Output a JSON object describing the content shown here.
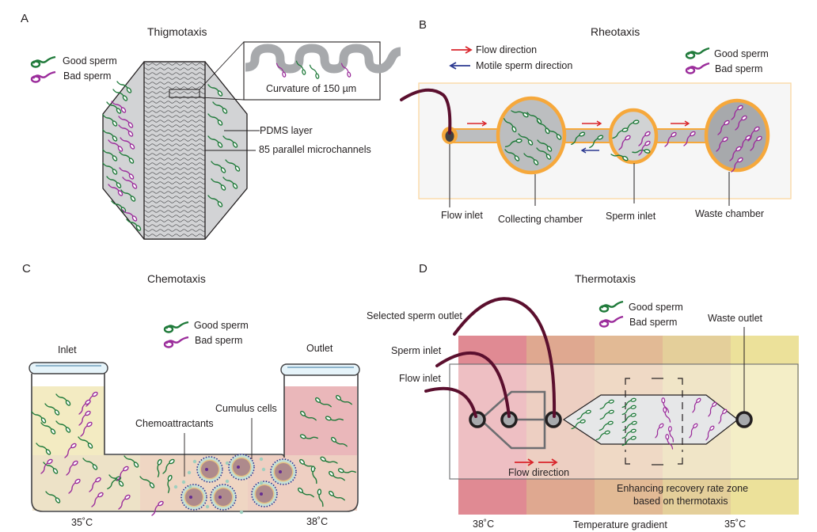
{
  "panels": {
    "A": {
      "letter": "A",
      "title": "Thigmotaxis",
      "legend": {
        "good": "Good sperm",
        "bad": "Bad sperm"
      },
      "inset_label": "Curvature of 150 µm",
      "labels": {
        "pdms": "PDMS layer",
        "channels": "85 parallel microchannels"
      }
    },
    "B": {
      "letter": "B",
      "title": "Rheotaxis",
      "legend": {
        "flow": "Flow direction",
        "motile": "Motile sperm direction",
        "good": "Good sperm",
        "bad": "Bad sperm"
      },
      "labels": {
        "flow_inlet": "Flow inlet",
        "collecting": "Collecting chamber",
        "sperm_inlet": "Sperm inlet",
        "waste": "Waste chamber"
      }
    },
    "C": {
      "letter": "C",
      "title": "Chemotaxis",
      "legend": {
        "good": "Good sperm",
        "bad": "Bad sperm"
      },
      "labels": {
        "inlet": "Inlet",
        "outlet": "Outlet",
        "chemo": "Chemoattractants",
        "cumulus": "Cumulus cells",
        "temp_left": "35˚C",
        "temp_right": "38˚C"
      }
    },
    "D": {
      "letter": "D",
      "title": "Thermotaxis",
      "legend": {
        "good": "Good sperm",
        "bad": "Bad sperm"
      },
      "labels": {
        "selected_outlet": "Selected sperm outlet",
        "sperm_inlet": "Sperm inlet",
        "flow_inlet": "Flow inlet",
        "waste_outlet": "Waste outlet",
        "flow_direction": "Flow direction",
        "zone_line1": "Enhancing recovery rate zone",
        "zone_line2": "based on thermotaxis",
        "temp_left": "38˚C",
        "temp_center": "Temperature gradient",
        "temp_right": "35˚C"
      },
      "gradient_colors": [
        "#e08a93",
        "#dfa890",
        "#e2ba95",
        "#e4cf9a",
        "#ece19a"
      ]
    }
  },
  "colors": {
    "good_sperm": "#1f7a3a",
    "bad_sperm": "#9b2c9b",
    "flow_arrow": "#d9252b",
    "motile_arrow": "#2b3990",
    "chamber_rim": "#f6a83b",
    "tubing": "#5b0f2e"
  }
}
